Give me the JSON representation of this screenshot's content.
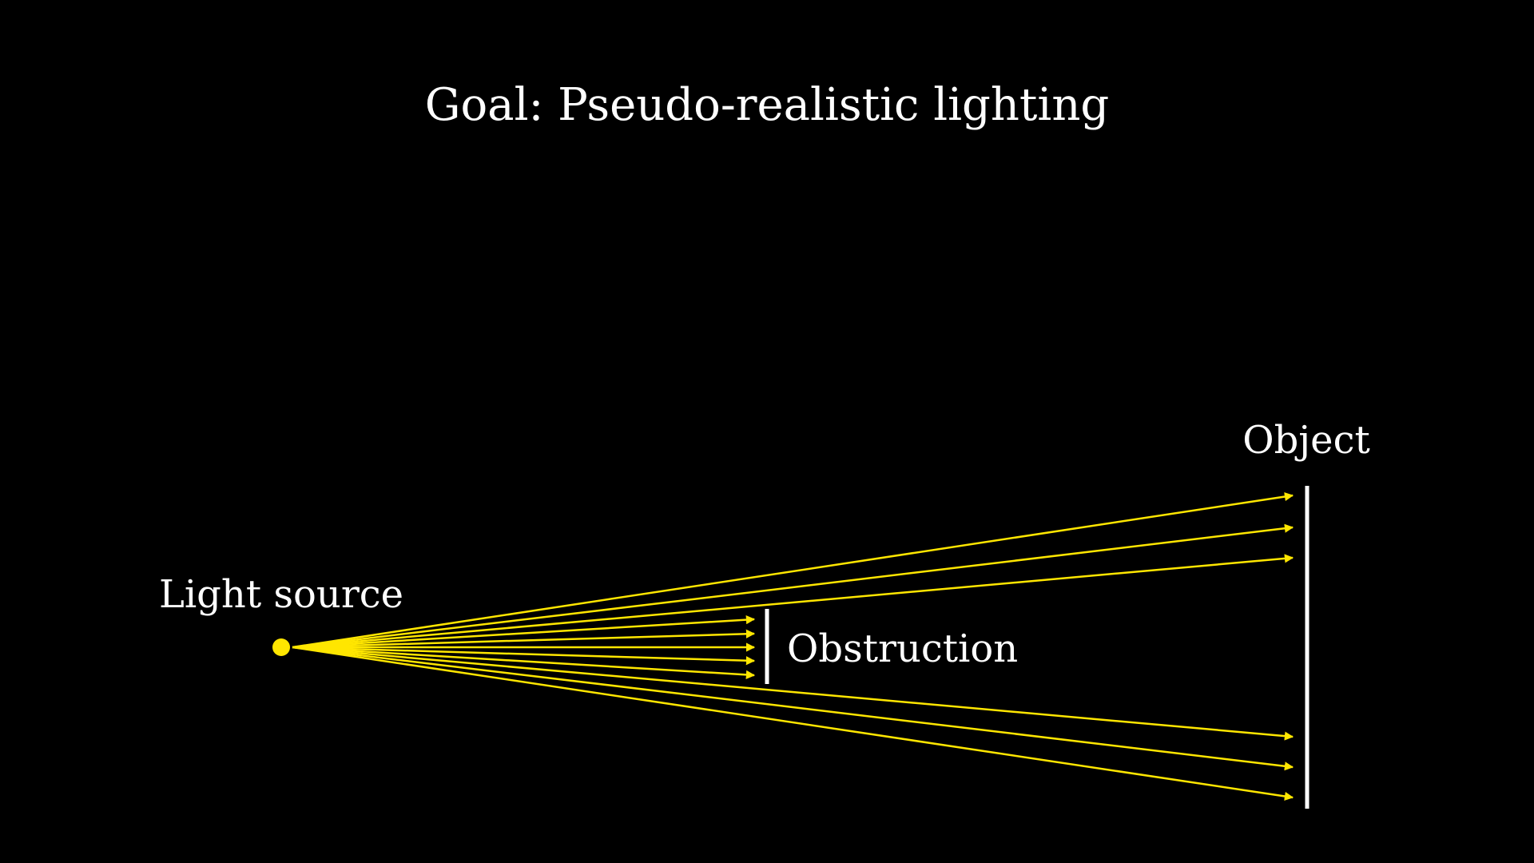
{
  "slide": {
    "title": "Goal: Pseudo-realistic lighting"
  },
  "labels": {
    "light_source": "Light source",
    "obstruction": "Obstruction",
    "object": "Object"
  },
  "colors": {
    "background": "#000000",
    "light": "#ffe600",
    "surface": "#ffffff",
    "text": "#ffffff"
  },
  "rays": {
    "reaching_object": 6,
    "blocked_by_obstruction": 5
  }
}
